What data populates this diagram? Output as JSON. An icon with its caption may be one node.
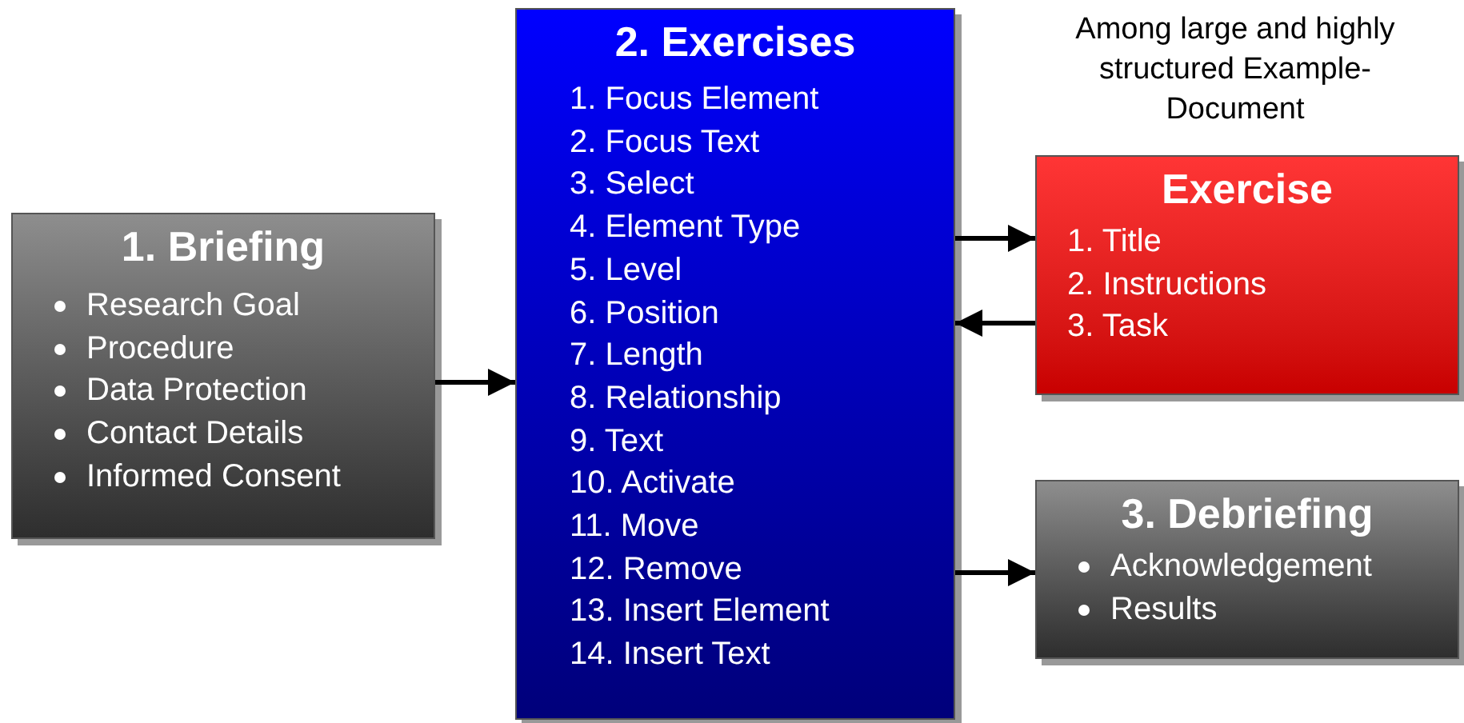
{
  "diagram": {
    "nodes": [
      {
        "text": [
          "1. Briefing",
          "Research Goal",
          "Procedure",
          "Data Protection",
          "Contact Details",
          "Informed Consent"
        ]
      },
      {
        "text": [
          "2. Exercises",
          "1. Focus Element",
          "2. Focus Text",
          "3. Select",
          "4. Element Type",
          "5. Level",
          "6. Position",
          "7. Length",
          "8. Relationship",
          "9. Text",
          "10. Activate",
          "11. Move",
          "12. Remove",
          "13. Insert Element",
          "14. Insert Text"
        ]
      },
      {
        "text": [
          "Exercise",
          "1. Title",
          "2. Instructions",
          "3. Task"
        ],
        "beside": [
          "Among large and highly structured Example-Document"
        ]
      },
      {
        "text": [
          "3. Debriefing",
          "Acknowledgement",
          "Results"
        ]
      }
    ],
    "edges": [
      {
        "from": 0,
        "to": 1,
        "arrow": "to"
      },
      {
        "from": 1,
        "to": 2,
        "arrow": "to"
      },
      {
        "from": 2,
        "to": 1,
        "arrow": "to"
      },
      {
        "from": 1,
        "to": 3,
        "arrow": "to"
      }
    ]
  }
}
